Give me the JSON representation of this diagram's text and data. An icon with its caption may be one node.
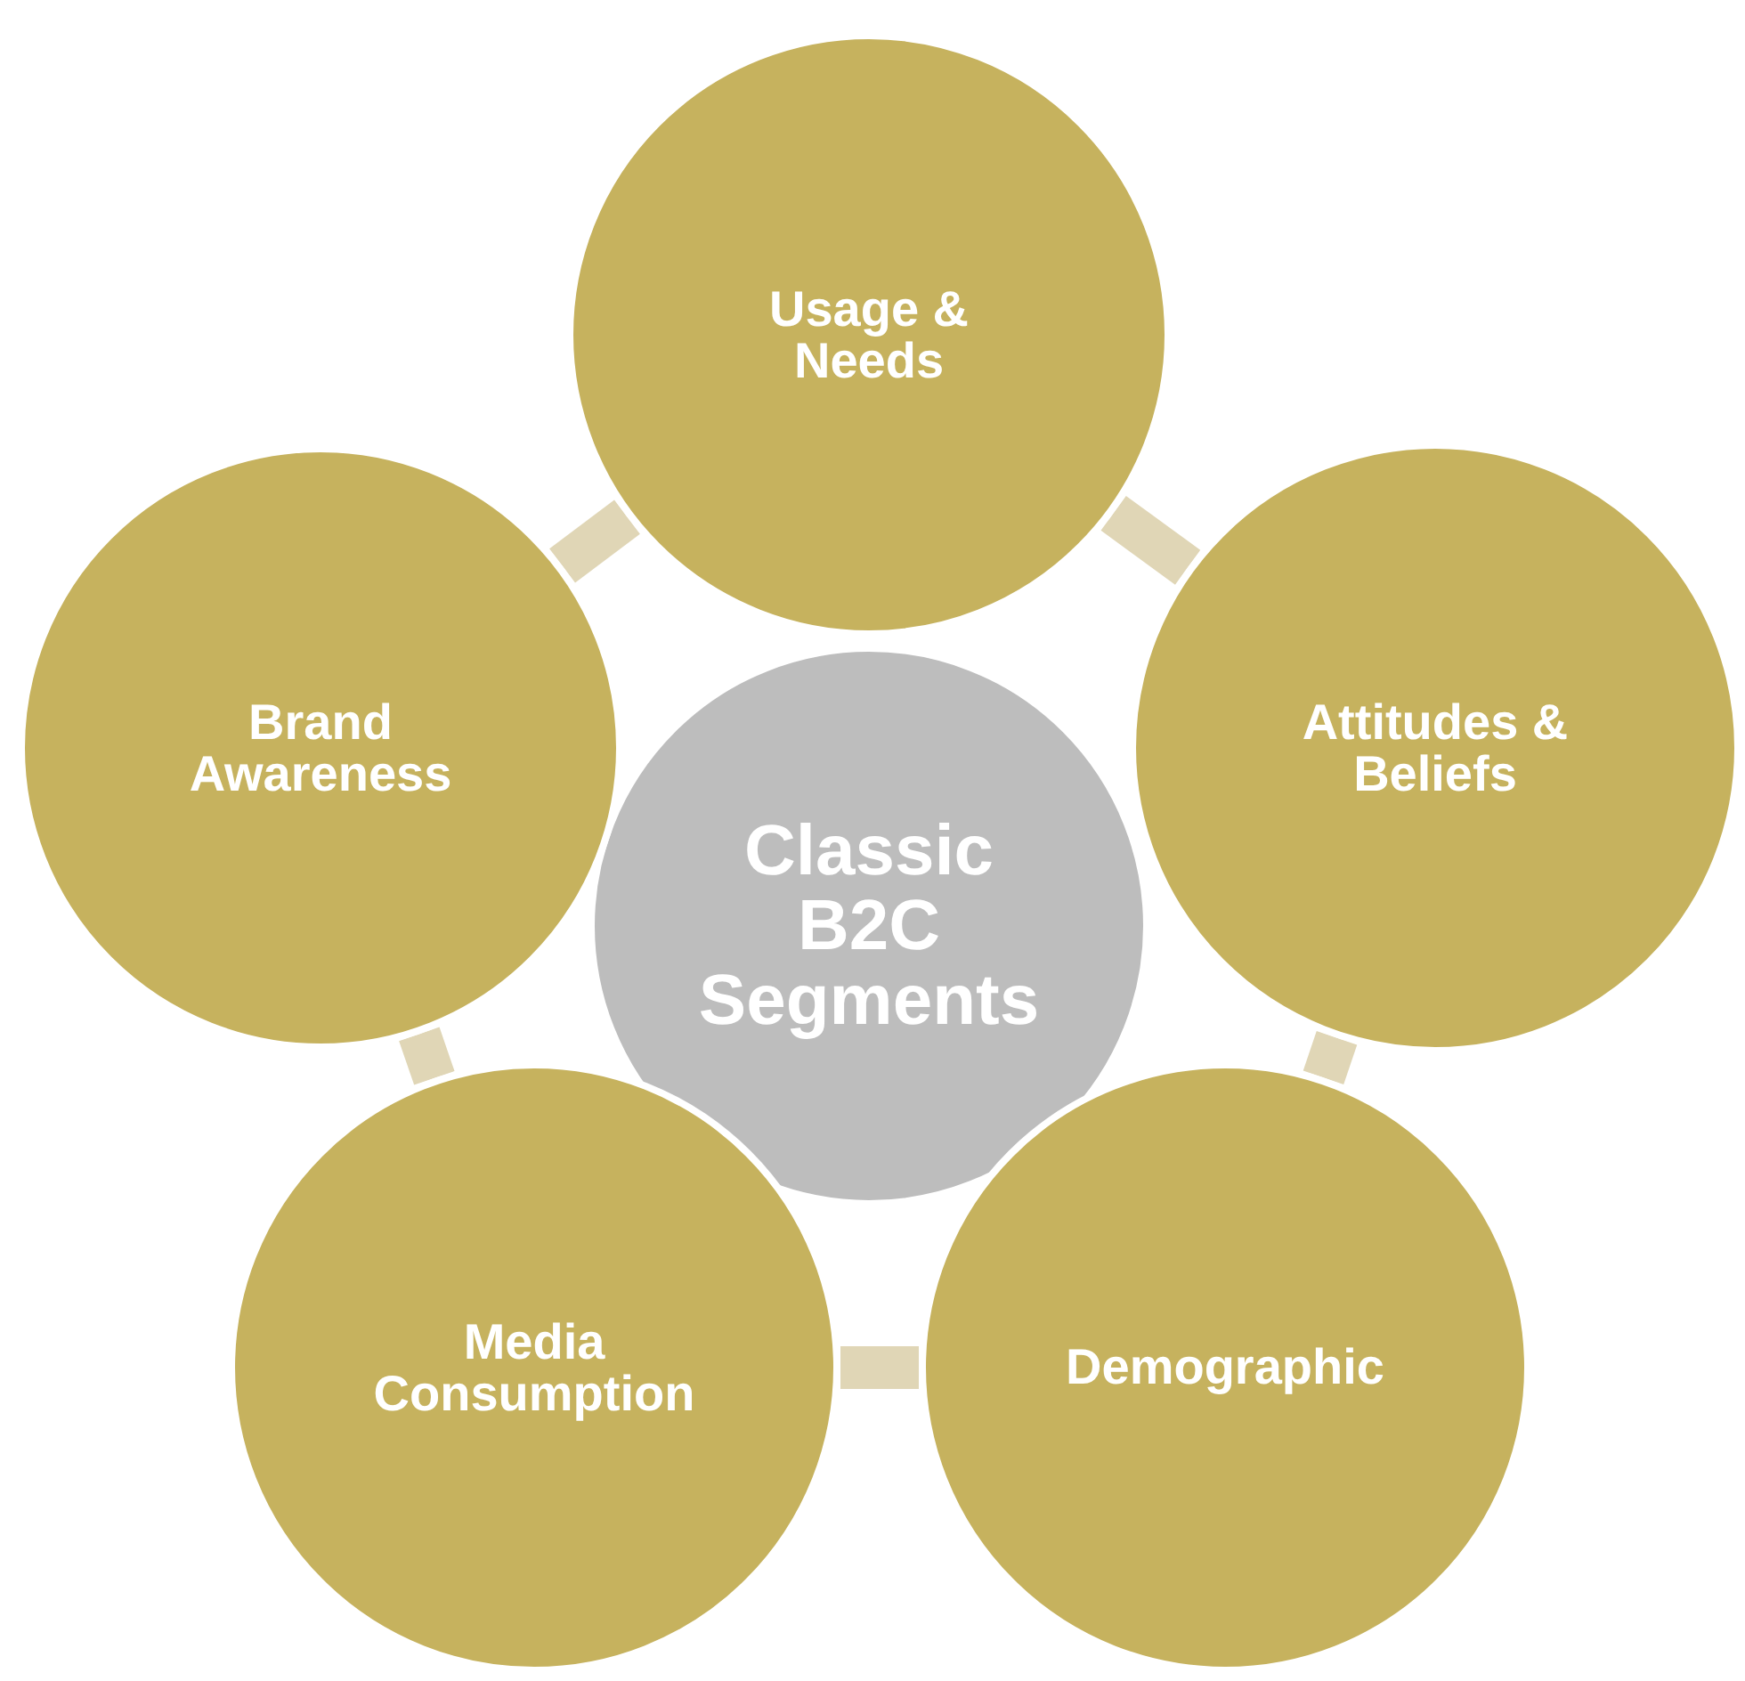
{
  "diagram": {
    "nodes": [
      {
        "text": [
          "Usage & Needs"
        ]
      },
      {
        "text": [
          "Brand Awareness"
        ]
      },
      {
        "text": [
          "Classic B2C Segments"
        ]
      },
      {
        "text": [
          "Attitudes & Beliefs"
        ]
      },
      {
        "text": [
          "Media Consumption"
        ]
      },
      {
        "text": [
          "Demographic"
        ]
      }
    ],
    "edges": [
      {
        "from": 0,
        "to": 3,
        "arrow": "none"
      },
      {
        "from": 3,
        "to": 5,
        "arrow": "none"
      },
      {
        "from": 5,
        "to": 4,
        "arrow": "none"
      },
      {
        "from": 4,
        "to": 1,
        "arrow": "none"
      },
      {
        "from": 1,
        "to": 0,
        "arrow": "none"
      }
    ]
  }
}
